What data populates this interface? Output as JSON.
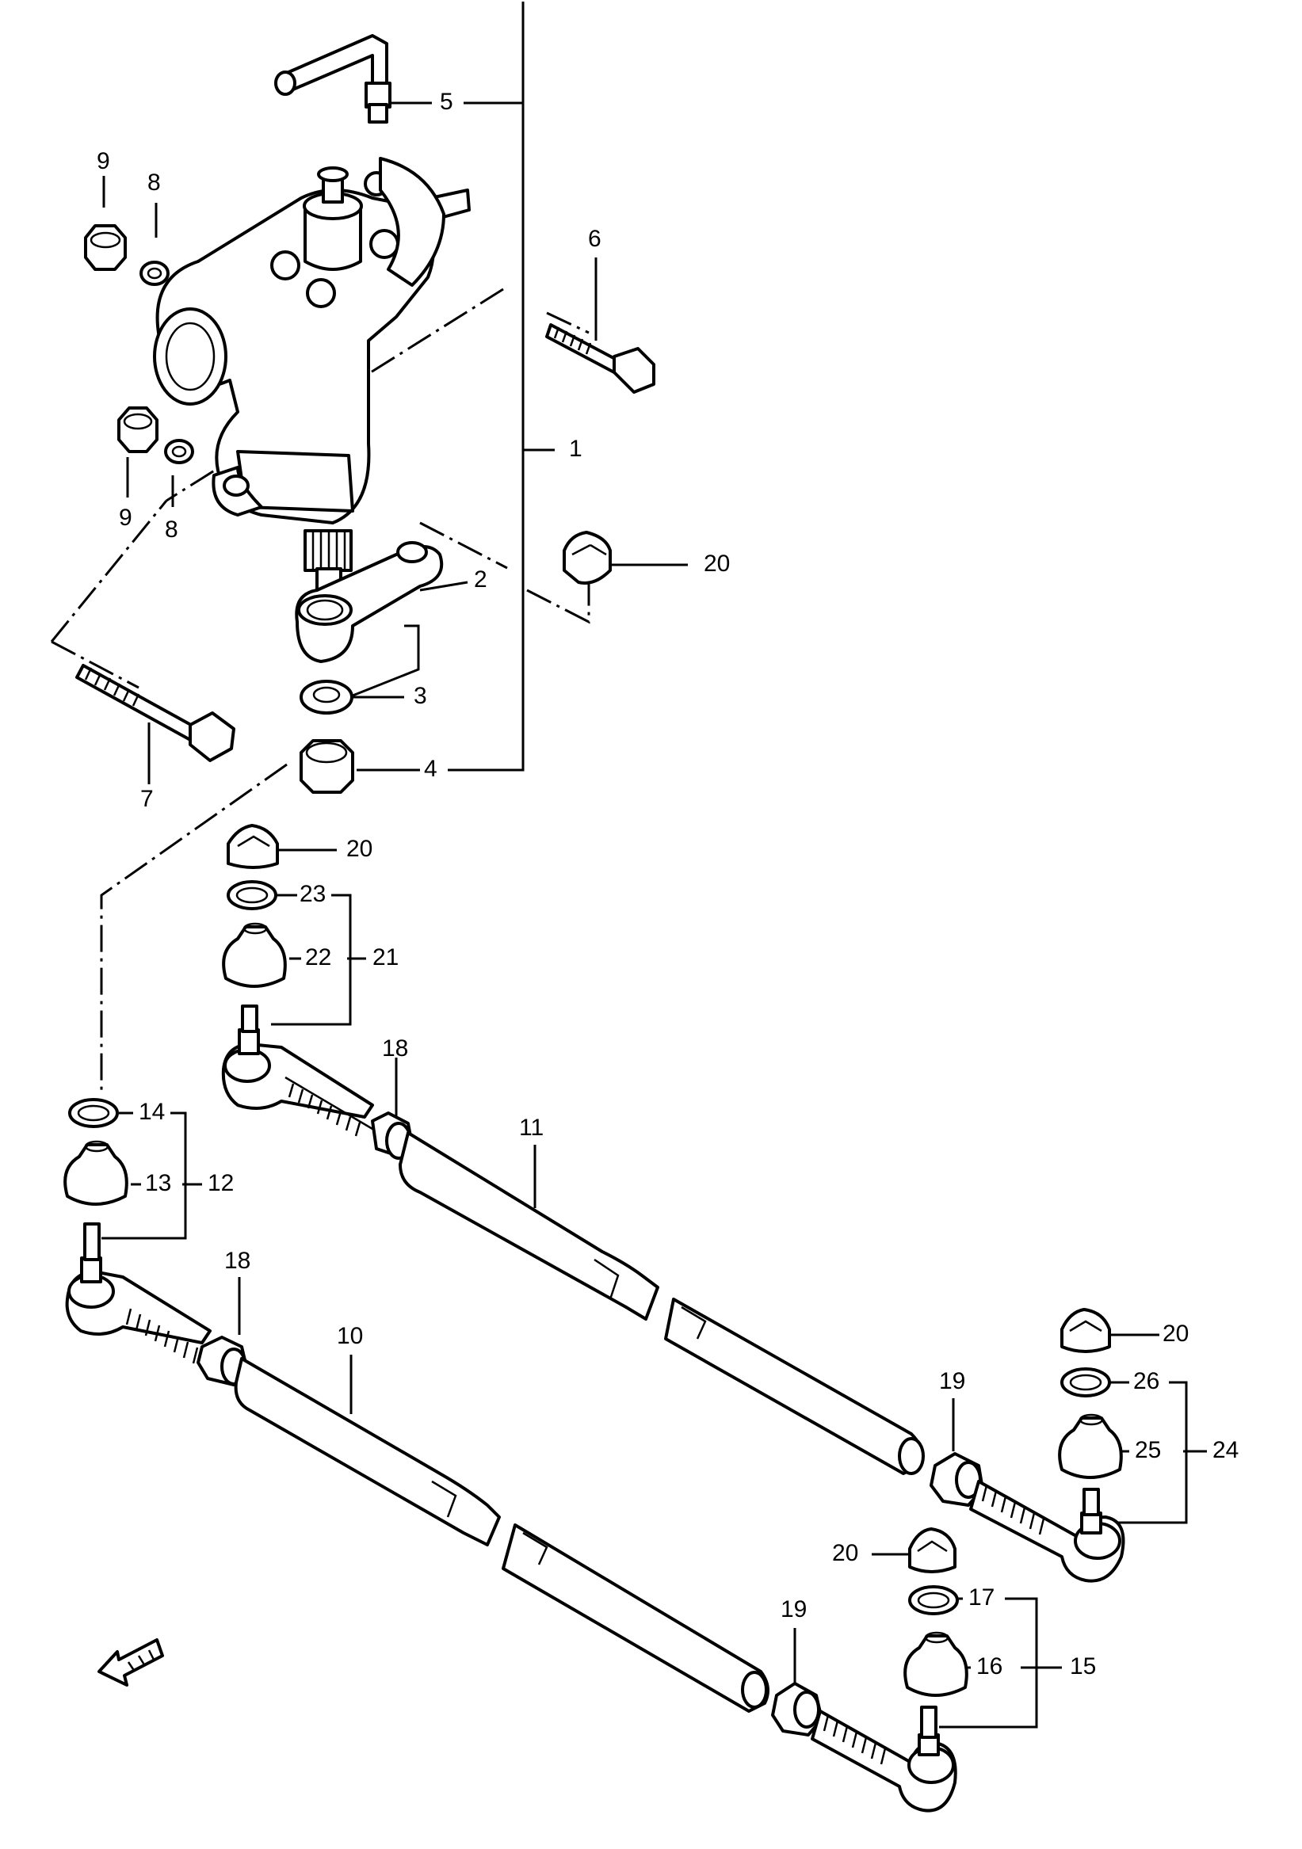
{
  "diagram": {
    "callouts": [
      "1",
      "2",
      "3",
      "4",
      "5",
      "6",
      "7",
      "8",
      "8",
      "9",
      "9",
      "10",
      "11",
      "12",
      "13",
      "14",
      "15",
      "16",
      "17",
      "18",
      "18",
      "19",
      "19",
      "20",
      "20",
      "20",
      "20",
      "21",
      "22",
      "23",
      "24",
      "25",
      "26"
    ]
  }
}
